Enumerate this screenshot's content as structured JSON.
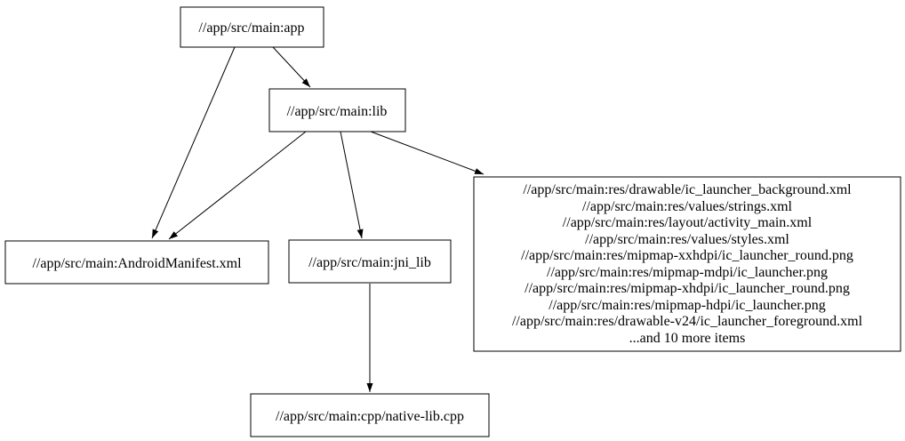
{
  "diagram": {
    "type": "dependency-graph",
    "background_color": "#ffffff",
    "node_fill_color": "#ffffff",
    "node_border_color": "#000000",
    "edge_color": "#000000",
    "text_color": "#000000",
    "nodes": {
      "app": {
        "label": "//app/src/main:app"
      },
      "lib": {
        "label": "//app/src/main:lib"
      },
      "manifest": {
        "label": "//app/src/main:AndroidManifest.xml"
      },
      "jni_lib": {
        "label": "//app/src/main:jni_lib"
      },
      "native_lib": {
        "label": "//app/src/main:cpp/native-lib.cpp"
      },
      "resources": {
        "lines": [
          "//app/src/main:res/drawable/ic_launcher_background.xml",
          "//app/src/main:res/values/strings.xml",
          "//app/src/main:res/layout/activity_main.xml",
          "//app/src/main:res/values/styles.xml",
          "//app/src/main:res/mipmap-xxhdpi/ic_launcher_round.png",
          "//app/src/main:res/mipmap-mdpi/ic_launcher.png",
          "//app/src/main:res/mipmap-xhdpi/ic_launcher_round.png",
          "//app/src/main:res/mipmap-hdpi/ic_launcher.png",
          "//app/src/main:res/drawable-v24/ic_launcher_foreground.xml",
          "...and 10 more items"
        ]
      }
    },
    "edges": [
      {
        "from": "app",
        "to": "lib"
      },
      {
        "from": "app",
        "to": "manifest"
      },
      {
        "from": "lib",
        "to": "manifest"
      },
      {
        "from": "lib",
        "to": "jni_lib"
      },
      {
        "from": "lib",
        "to": "resources"
      },
      {
        "from": "jni_lib",
        "to": "native_lib"
      }
    ]
  }
}
